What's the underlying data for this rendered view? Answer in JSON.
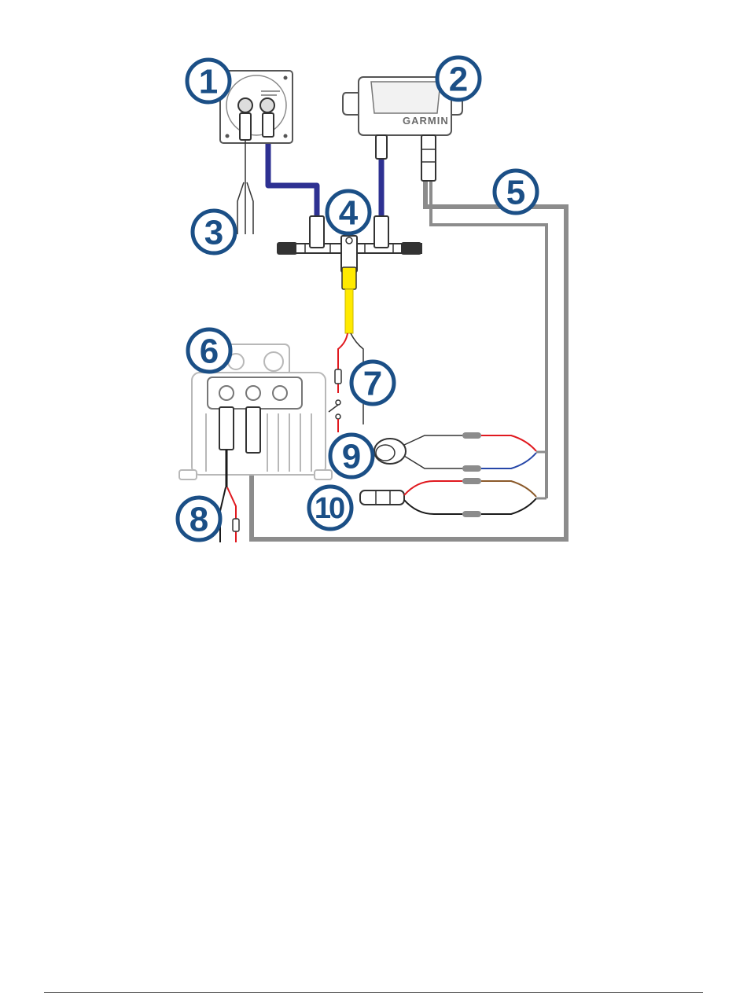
{
  "labels": {
    "c1": "1",
    "c2": "2",
    "c3": "3",
    "c4": "4",
    "c5": "5",
    "c6": "6",
    "c7": "7",
    "c8": "8",
    "c9": "9",
    "c10": "10"
  },
  "device_brand": "GARMIN",
  "colors": {
    "badge": "#1b4f86",
    "device_gray": "#555555",
    "faded_gray": "#b8b8b8",
    "nmea_blue": "#2e3192",
    "gray_cable": "#8c8c8c",
    "power_yellow": "#ffea00",
    "wire_red": "#e0191f",
    "wire_black": "#1a1a1a",
    "wire_blue": "#2647a8",
    "wire_brown": "#8b5a2b"
  }
}
